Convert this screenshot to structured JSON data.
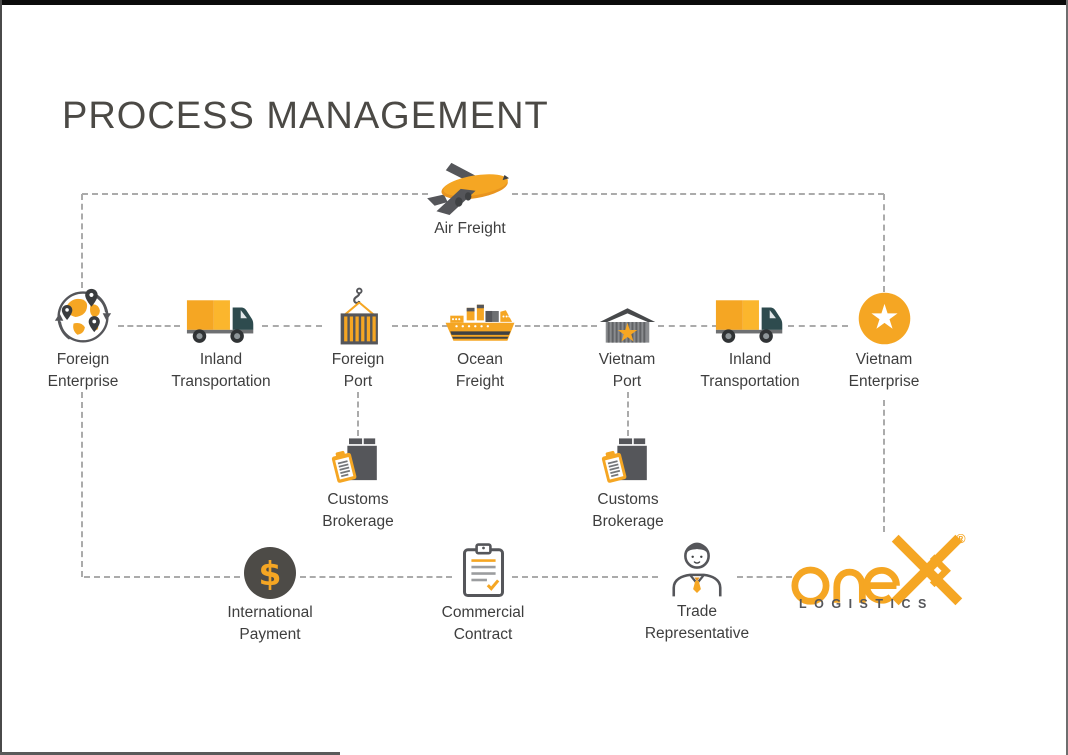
{
  "title": "PROCESS MANAGEMENT",
  "theme": {
    "accent": "#F5A623",
    "accent-dark": "#E8941F",
    "accent-light": "#FBB62D",
    "dark": "#55565A",
    "darker": "#3F4143",
    "teal": "#2E4B4E",
    "text": "#3E3E3E",
    "title": "#4B4945",
    "line": "#ABABAB",
    "pay": "#4D4B47"
  },
  "nodes": {
    "air_freight": {
      "label": "Air Freight"
    },
    "foreign_enterprise": {
      "label": "Foreign\nEnterprise"
    },
    "inland_transportation_1": {
      "label": "Inland\nTransportation"
    },
    "foreign_port": {
      "label": "Foreign\nPort"
    },
    "ocean_freight": {
      "label": "Ocean\nFreight"
    },
    "vietnam_port": {
      "label": "Vietnam\nPort"
    },
    "inland_transportation_2": {
      "label": "Inland\nTransportation"
    },
    "vietnam_enterprise": {
      "label": "Vietnam\nEnterprise"
    },
    "customs_brokerage_1": {
      "label": "Customs\nBrokerage"
    },
    "customs_brokerage_2": {
      "label": "Customs\nBrokerage"
    },
    "international_payment": {
      "label": "International\nPayment",
      "symbol": "$"
    },
    "commercial_contract": {
      "label": "Commercial\nContract"
    },
    "trade_representative": {
      "label": "Trade\nRepresentative"
    }
  },
  "logo": {
    "word": "one",
    "letter": "X",
    "registered": "®",
    "tagline": "LOGISTICS"
  }
}
